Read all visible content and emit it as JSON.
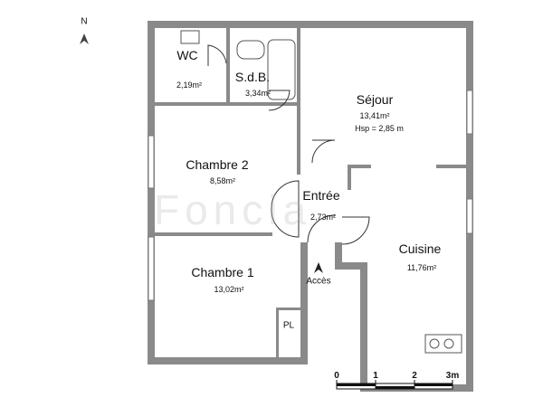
{
  "compass": {
    "label": "N",
    "icon": "north-arrow-icon"
  },
  "rooms": {
    "wc": {
      "name": "WC",
      "area": "2,19m²"
    },
    "sdb": {
      "name": "S.d.B.",
      "area": "3,34m²"
    },
    "sejour": {
      "name": "Séjour",
      "area": "13,41m²",
      "hsp": "Hsp = 2,85 m"
    },
    "chambre2": {
      "name": "Chambre 2",
      "area": "8,58m²"
    },
    "entree": {
      "name": "Entrée",
      "area": "2,73m²"
    },
    "cuisine": {
      "name": "Cuisine",
      "area": "11,76m²"
    },
    "chambre1": {
      "name": "Chambre 1",
      "area": "13,02m²"
    },
    "placard": {
      "name": "PL"
    }
  },
  "access": {
    "label": "Accès",
    "icon": "access-arrow-icon"
  },
  "scale": {
    "ticks": [
      "0",
      "1",
      "2",
      "3m"
    ]
  },
  "watermark": {
    "text": "Foncia"
  },
  "colors": {
    "wall": "#8a8a8a",
    "text": "#111111"
  }
}
